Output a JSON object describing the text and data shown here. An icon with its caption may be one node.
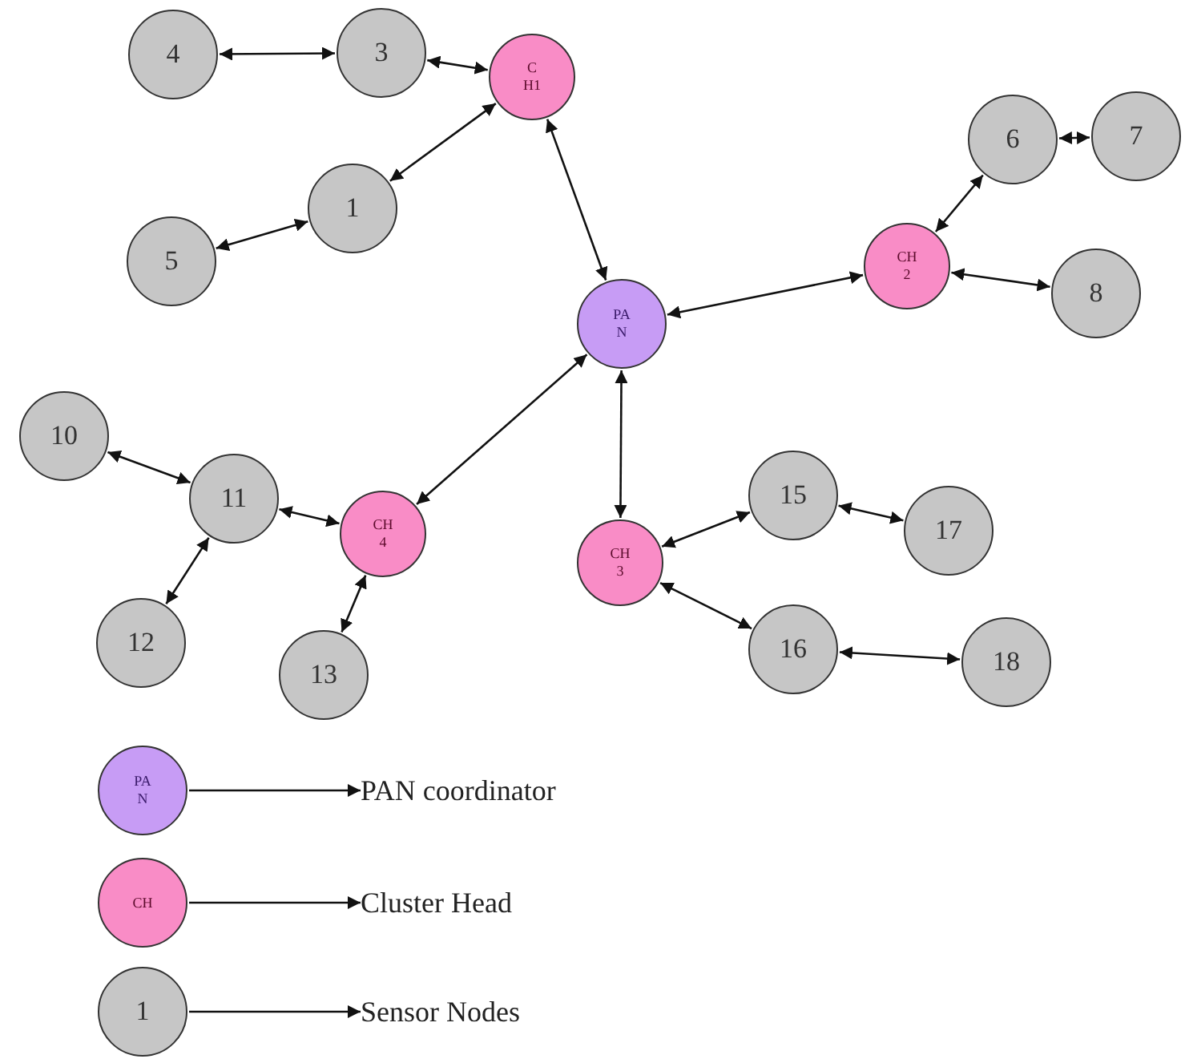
{
  "diagram": {
    "nodes": [
      {
        "text": [
          "4"
        ]
      },
      {
        "text": [
          "3"
        ]
      },
      {
        "text": [
          "C H1"
        ]
      },
      {
        "text": [
          "1"
        ]
      },
      {
        "text": [
          "5"
        ]
      },
      {
        "text": [
          "6"
        ]
      },
      {
        "text": [
          "7"
        ]
      },
      {
        "text": [
          "CH 2"
        ]
      },
      {
        "text": [
          "PA N"
        ]
      },
      {
        "text": [
          "8"
        ]
      },
      {
        "text": [
          "10"
        ]
      },
      {
        "text": [
          "11"
        ]
      },
      {
        "text": [
          "15"
        ]
      },
      {
        "text": [
          "17"
        ]
      },
      {
        "text": [
          "CH 4"
        ]
      },
      {
        "text": [
          "CH 3"
        ]
      },
      {
        "text": [
          "12"
        ]
      },
      {
        "text": [
          "13"
        ]
      },
      {
        "text": [
          "16"
        ]
      },
      {
        "text": [
          "18"
        ]
      },
      {
        "text": [
          "PA N"
        ]
      },
      {
        "text": [
          "PAN coordinator"
        ]
      },
      {
        "text": [
          "CH"
        ]
      },
      {
        "text": [
          "Cluster Head"
        ]
      },
      {
        "text": [
          "1"
        ]
      },
      {
        "text": [
          "Sensor Nodes"
        ]
      }
    ],
    "edges": [
      {
        "from": 0,
        "to": 1,
        "arrow": "both"
      },
      {
        "from": 1,
        "to": 2,
        "arrow": "both"
      },
      {
        "from": 3,
        "to": 2,
        "arrow": "both"
      },
      {
        "from": 4,
        "to": 3,
        "arrow": "both"
      },
      {
        "from": 2,
        "to": 8,
        "arrow": "both"
      },
      {
        "from": 8,
        "to": 7,
        "arrow": "both"
      },
      {
        "from": 7,
        "to": 5,
        "arrow": "both"
      },
      {
        "from": 5,
        "to": 6,
        "arrow": "both"
      },
      {
        "from": 7,
        "to": 9,
        "arrow": "both"
      },
      {
        "from": 8,
        "to": 14,
        "arrow": "both"
      },
      {
        "from": 8,
        "to": 15,
        "arrow": "both"
      },
      {
        "from": 10,
        "to": 11,
        "arrow": "both"
      },
      {
        "from": 11,
        "to": 14,
        "arrow": "both"
      },
      {
        "from": 11,
        "to": 16,
        "arrow": "both"
      },
      {
        "from": 14,
        "to": 17,
        "arrow": "both"
      },
      {
        "from": 15,
        "to": 12,
        "arrow": "both"
      },
      {
        "from": 12,
        "to": 13,
        "arrow": "both"
      },
      {
        "from": 15,
        "to": 18,
        "arrow": "both"
      },
      {
        "from": 18,
        "to": 19,
        "arrow": "both"
      },
      {
        "from": 20,
        "to": 21,
        "arrow": "to"
      },
      {
        "from": 22,
        "to": 23,
        "arrow": "to"
      },
      {
        "from": 24,
        "to": 25,
        "arrow": "to"
      }
    ]
  }
}
